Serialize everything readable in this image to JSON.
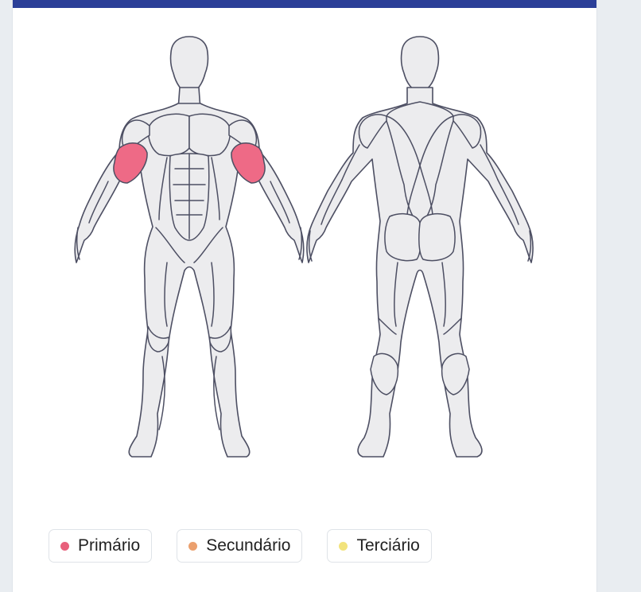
{
  "legend": [
    {
      "label": "Primário",
      "color": "#e8607b"
    },
    {
      "label": "Secundário",
      "color": "#eba06e"
    },
    {
      "label": "Terciário",
      "color": "#f2e37c"
    }
  ],
  "highlight": {
    "biceps": "primary"
  },
  "colors": {
    "header": "#2b3f98",
    "primary": "#ee6a86",
    "outline": "#4d4f63",
    "muscle_fill": "#ececee"
  }
}
